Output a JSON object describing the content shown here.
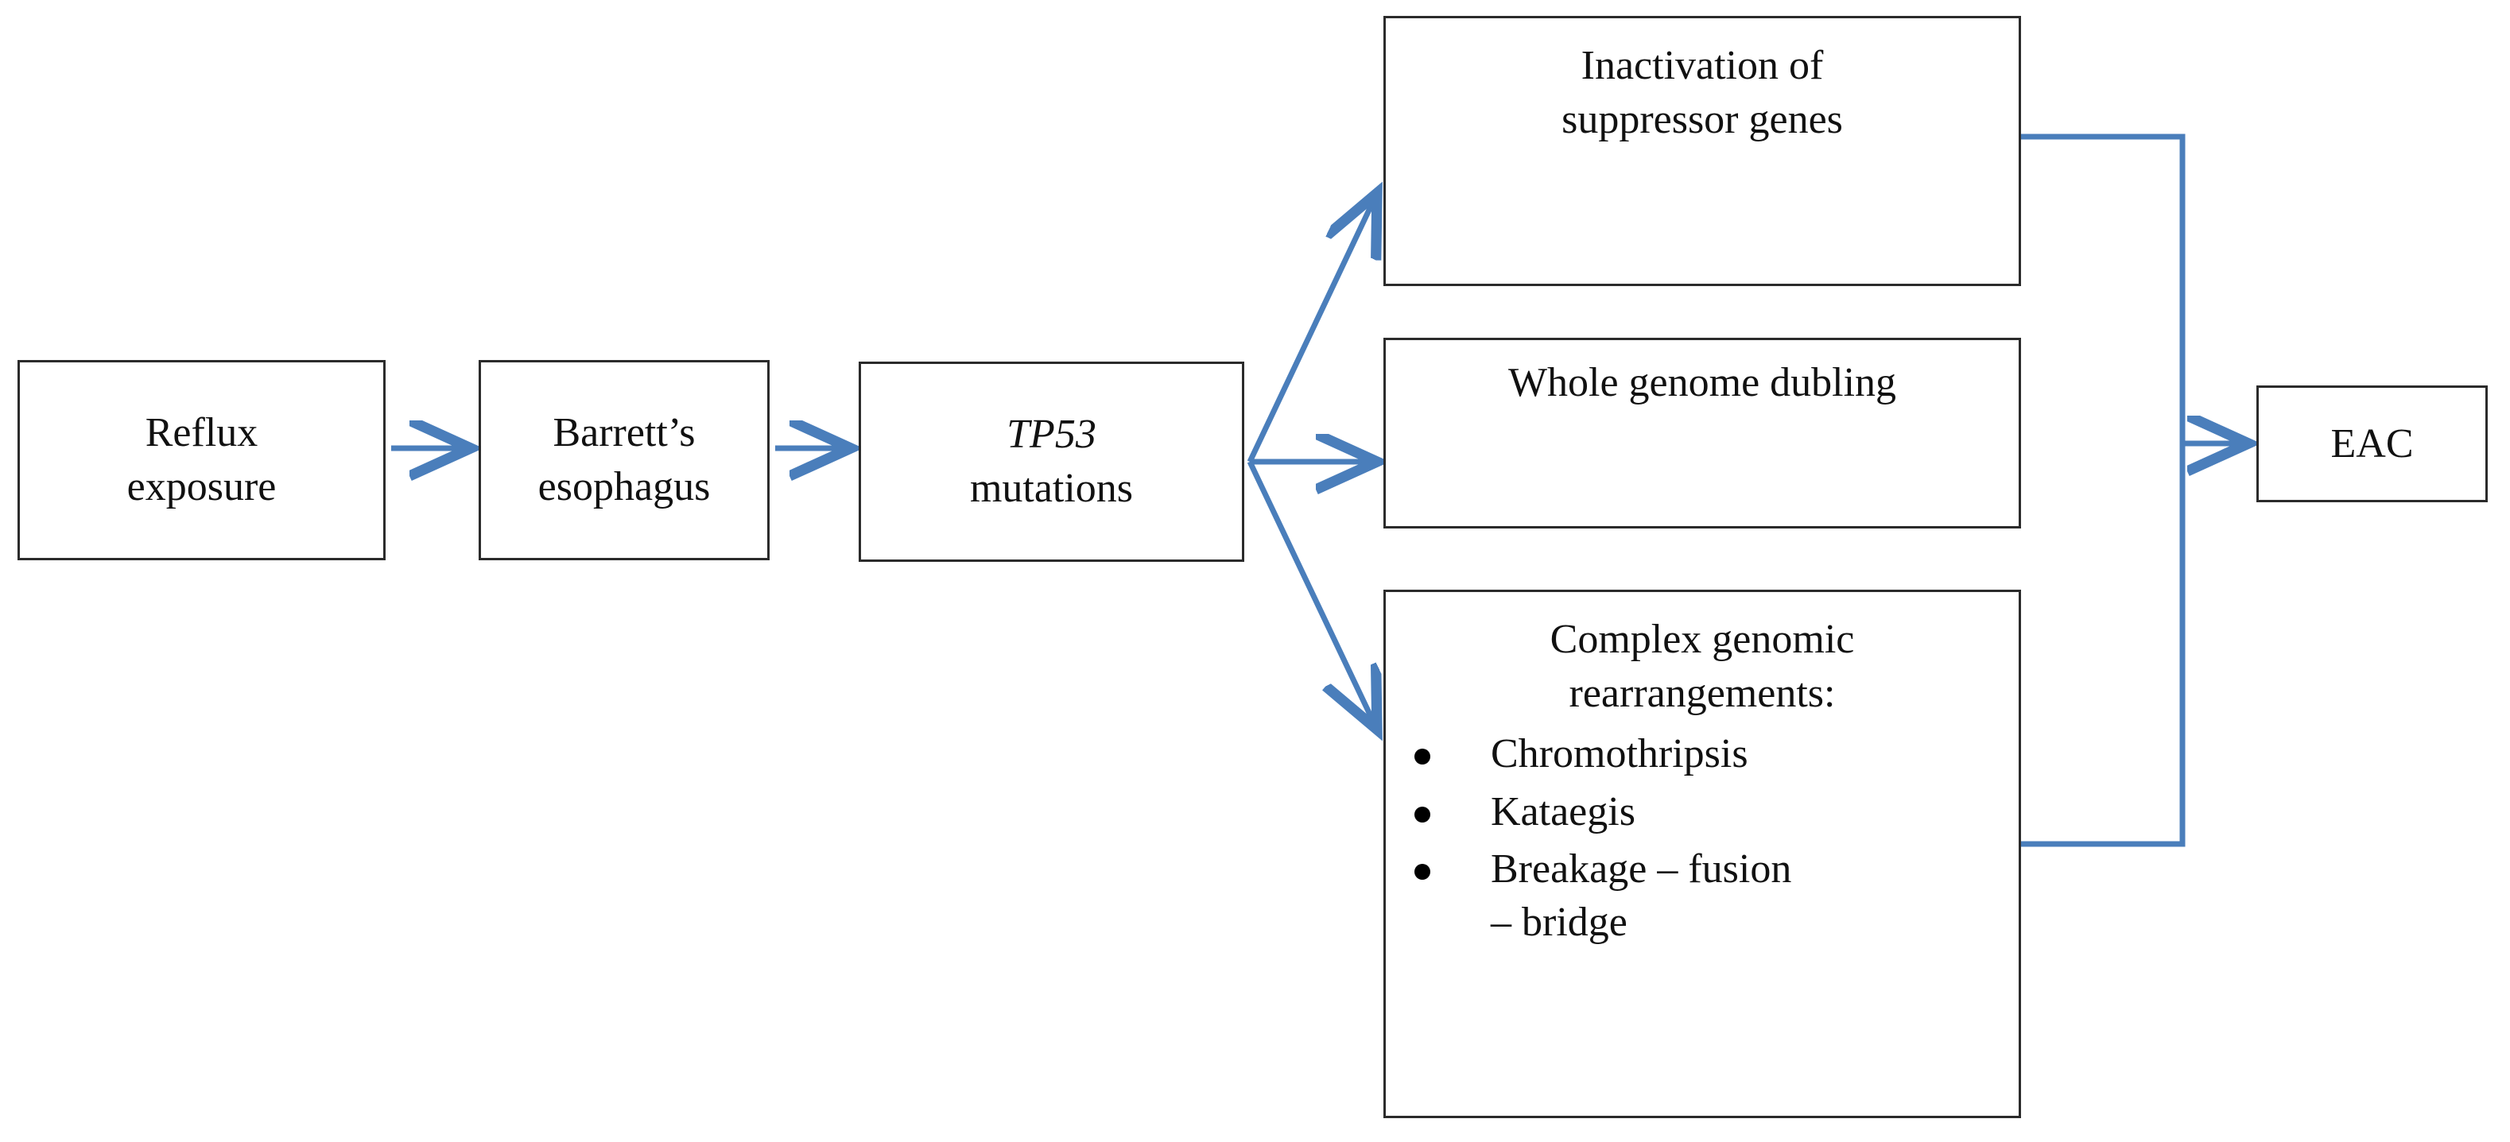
{
  "diagram": {
    "title": "Esophageal adenocarcinoma progression flowchart",
    "accent_color": "#4a7ebb",
    "box_border_color": "#2b2b2b",
    "background_color": "#ffffff",
    "nodes": {
      "reflux": {
        "label": "Reflux\nexposure"
      },
      "barretts": {
        "label": "Barrett’s\nesophagus"
      },
      "tp53": {
        "gene": "TP53",
        "label": "mutations"
      },
      "inactivation": {
        "label": "Inactivation of\nsuppressor genes"
      },
      "whole_genome_dubling": {
        "label": "Whole genome dubling"
      },
      "complex": {
        "heading": "Complex genomic\nrearrangements:",
        "bullets": [
          "Chromothripsis",
          "Kataegis",
          "Breakage – fusion\n– bridge"
        ]
      },
      "eac": {
        "label": "EAC"
      }
    },
    "edges": [
      {
        "from": "reflux",
        "to": "barretts",
        "style": "arrow"
      },
      {
        "from": "barretts",
        "to": "tp53",
        "style": "arrow"
      },
      {
        "from": "tp53",
        "to": "inactivation",
        "style": "arrow-diagonal-up"
      },
      {
        "from": "tp53",
        "to": "whole_genome_dubling",
        "style": "arrow"
      },
      {
        "from": "tp53",
        "to": "complex",
        "style": "arrow-diagonal-down"
      },
      {
        "from": "inactivation",
        "to": "eac",
        "style": "elbow"
      },
      {
        "from": "whole_genome_dubling",
        "to": "eac",
        "style": "arrow"
      },
      {
        "from": "complex",
        "to": "eac",
        "style": "elbow"
      }
    ]
  }
}
